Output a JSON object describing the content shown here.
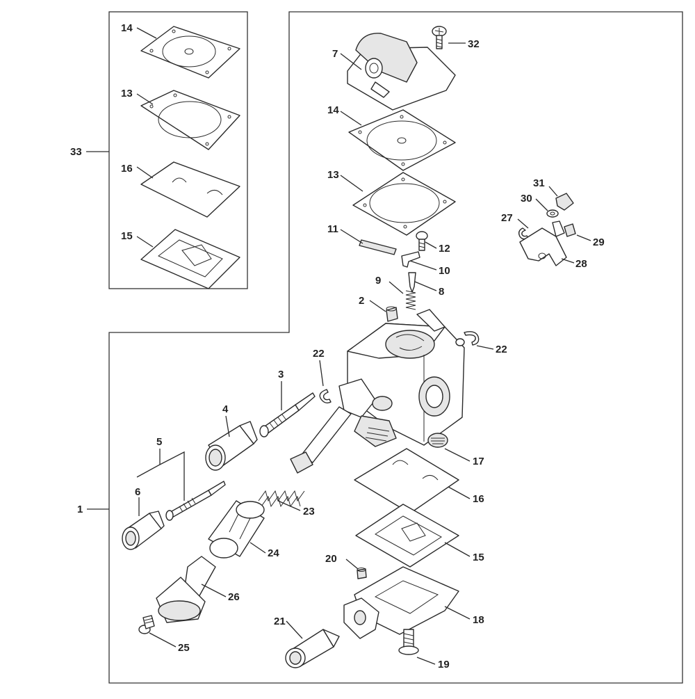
{
  "diagram": {
    "callouts": [
      {
        "id": "p1",
        "label": "1"
      },
      {
        "id": "p2",
        "label": "2"
      },
      {
        "id": "p3",
        "label": "3"
      },
      {
        "id": "p4",
        "label": "4"
      },
      {
        "id": "p5",
        "label": "5"
      },
      {
        "id": "p6",
        "label": "6"
      },
      {
        "id": "p7",
        "label": "7"
      },
      {
        "id": "p8",
        "label": "8"
      },
      {
        "id": "p9",
        "label": "9"
      },
      {
        "id": "p10",
        "label": "10"
      },
      {
        "id": "p11",
        "label": "11"
      },
      {
        "id": "p12",
        "label": "12"
      },
      {
        "id": "p13a",
        "label": "13"
      },
      {
        "id": "p13b",
        "label": "13"
      },
      {
        "id": "p14a",
        "label": "14"
      },
      {
        "id": "p14b",
        "label": "14"
      },
      {
        "id": "p15a",
        "label": "15"
      },
      {
        "id": "p15b",
        "label": "15"
      },
      {
        "id": "p16a",
        "label": "16"
      },
      {
        "id": "p16b",
        "label": "16"
      },
      {
        "id": "p17",
        "label": "17"
      },
      {
        "id": "p18",
        "label": "18"
      },
      {
        "id": "p19",
        "label": "19"
      },
      {
        "id": "p20",
        "label": "20"
      },
      {
        "id": "p21",
        "label": "21"
      },
      {
        "id": "p22a",
        "label": "22"
      },
      {
        "id": "p22b",
        "label": "22"
      },
      {
        "id": "p23",
        "label": "23"
      },
      {
        "id": "p24",
        "label": "24"
      },
      {
        "id": "p25",
        "label": "25"
      },
      {
        "id": "p26",
        "label": "26"
      },
      {
        "id": "p27",
        "label": "27"
      },
      {
        "id": "p28",
        "label": "28"
      },
      {
        "id": "p29",
        "label": "29"
      },
      {
        "id": "p30",
        "label": "30"
      },
      {
        "id": "p31",
        "label": "31"
      },
      {
        "id": "p32",
        "label": "32"
      },
      {
        "id": "p33",
        "label": "33"
      }
    ]
  }
}
